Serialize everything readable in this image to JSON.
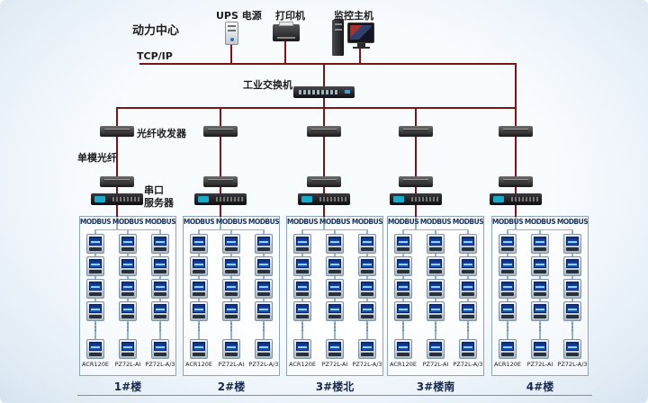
{
  "labels": {
    "power_center": "动力中心",
    "tcpip": "TCP/IP",
    "industrial_switch": "工业交换机",
    "fiber_transceiver": "光纤收发器",
    "single_mode_fiber": "单模光纤",
    "serial_server_line1": "串口",
    "serial_server_line2": "服务器"
  },
  "top_devices": {
    "ups_label": "UPS 电源",
    "printer_label": "打印机",
    "host_label": "监控主机"
  },
  "ellipsis": "⋮",
  "visible_meters_per_column": 5,
  "groups": [
    {
      "building": "1#楼",
      "columns": [
        {
          "bus": "MODBUS",
          "model": "ACR120E"
        },
        {
          "bus": "MODBUS",
          "model": "PZ72L-AI"
        },
        {
          "bus": "MODBUS",
          "model": "PZ72L-A/3"
        }
      ]
    },
    {
      "building": "2#楼",
      "columns": [
        {
          "bus": "MODBUS",
          "model": "ACR120E"
        },
        {
          "bus": "MODBUS",
          "model": "PZ72L-AI"
        },
        {
          "bus": "MODBUS",
          "model": "PZ72L-A/3"
        }
      ]
    },
    {
      "building": "3#楼北",
      "columns": [
        {
          "bus": "MODBUS",
          "model": "ACR120E"
        },
        {
          "bus": "MODBUS",
          "model": "PZ72L-AI"
        },
        {
          "bus": "MODBUS",
          "model": "PZ72L-A/3"
        }
      ]
    },
    {
      "building": "3#楼南",
      "columns": [
        {
          "bus": "MODBUS",
          "model": "ACR120E"
        },
        {
          "bus": "MODBUS",
          "model": "PZ72L-AI"
        },
        {
          "bus": "MODBUS",
          "model": "PZ72L-A/3"
        }
      ]
    },
    {
      "building": "4#楼",
      "columns": [
        {
          "bus": "MODBUS",
          "model": "ACR120E"
        },
        {
          "bus": "MODBUS",
          "model": "PZ72L-AI"
        },
        {
          "bus": "MODBUS",
          "model": "PZ72L-A/3"
        }
      ]
    }
  ],
  "colors": {
    "trunk_line": "#7a1515",
    "bus_line": "#8fb3d2"
  }
}
